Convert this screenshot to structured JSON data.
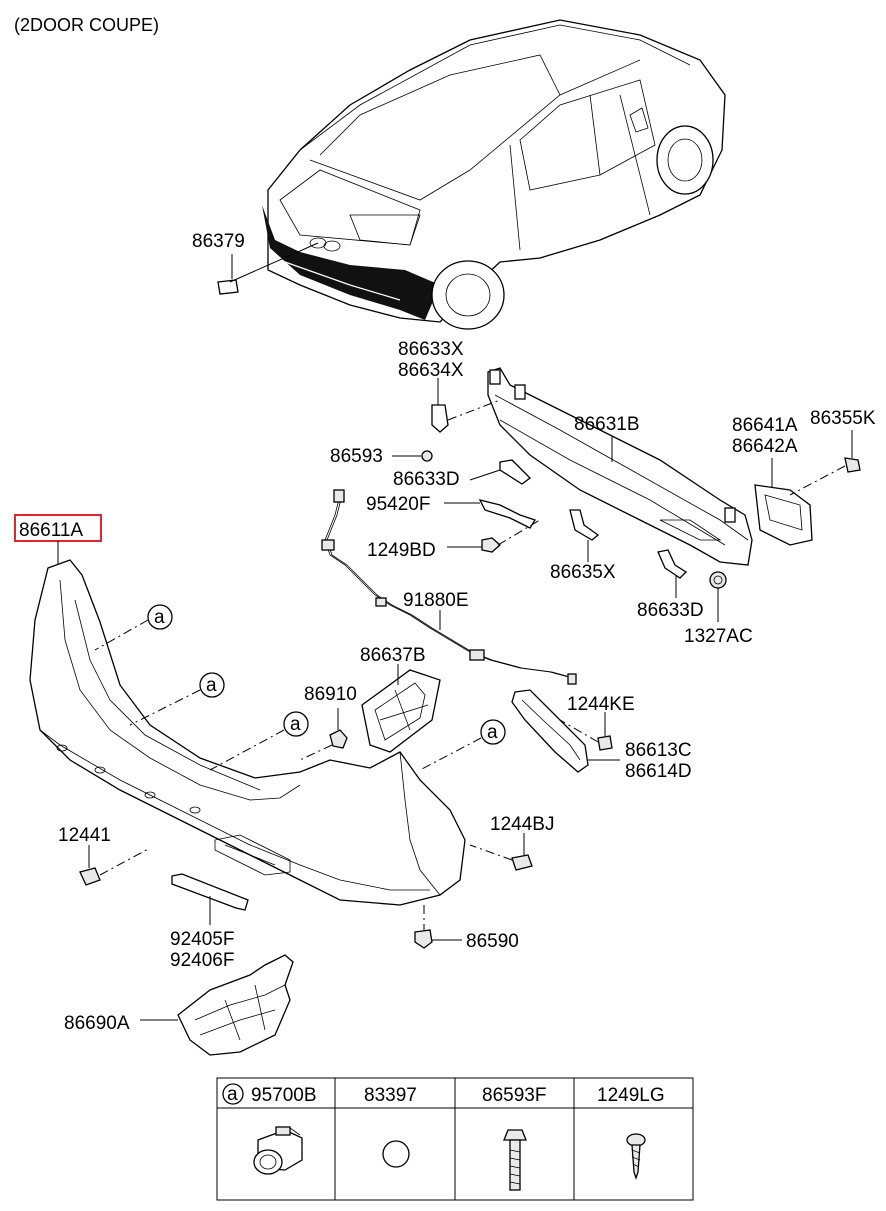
{
  "title": "(2DOOR COUPE)",
  "parts": {
    "p86379": "86379",
    "p86633X": "86633X",
    "p86634X": "86634X",
    "p86631B": "86631B",
    "p86641A": "86641A",
    "p86642A": "86642A",
    "p86355K": "86355K",
    "p86593": "86593",
    "p86633D_a": "86633D",
    "p95420F": "95420F",
    "p1249BD": "1249BD",
    "p86635X": "86635X",
    "p86633D_b": "86633D",
    "p1327AC": "1327AC",
    "p86611A": "86611A",
    "p91880E": "91880E",
    "p86637B": "86637B",
    "p86910": "86910",
    "p1244KE": "1244KE",
    "p86613C": "86613C",
    "p86614D": "86614D",
    "p12441": "12441",
    "p1244BJ": "1244BJ",
    "p92405F": "92405F",
    "p92406F": "92406F",
    "p86590": "86590",
    "p86690A": "86690A"
  },
  "callout_marker": "a",
  "legend": {
    "marker": "a",
    "columns": [
      "95700B",
      "83397",
      "86593F",
      "1249LG"
    ]
  }
}
